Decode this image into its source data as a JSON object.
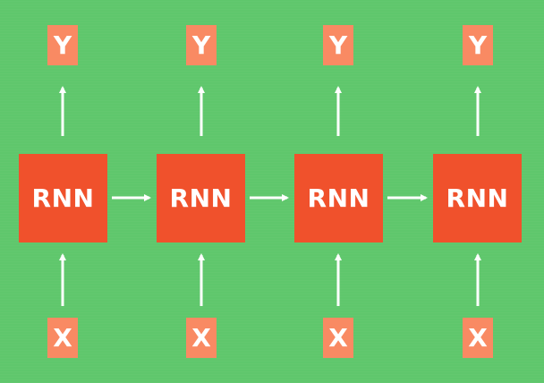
{
  "diagram": {
    "cell_label": "RNN",
    "input_label": "X",
    "output_label": "Y",
    "cell_count": 4,
    "colors": {
      "background": "#5fc76c",
      "cell": "#f0512c",
      "tag": "#f98a63",
      "arrow": "#ffffff",
      "text": "#ffffff"
    }
  }
}
